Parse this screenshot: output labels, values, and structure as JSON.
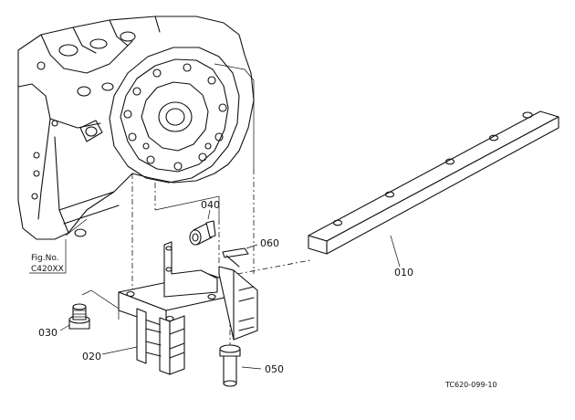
{
  "parts": [
    {
      "num": "010",
      "name": "drawbar"
    },
    {
      "num": "020",
      "name": "drawbar-bracket"
    },
    {
      "num": "030",
      "name": "bolt"
    },
    {
      "num": "040",
      "name": "bolt-collar"
    },
    {
      "num": "050",
      "name": "pin"
    },
    {
      "num": "060",
      "name": "snap-pin"
    }
  ],
  "labels": {
    "p010": "010",
    "p020": "020",
    "p030": "030",
    "p040": "040",
    "p050": "050",
    "p060": "060"
  },
  "fig_ref": {
    "line1": "Fig.No.",
    "line2": "C420XX"
  },
  "drawing_code": "TC620-099-10"
}
